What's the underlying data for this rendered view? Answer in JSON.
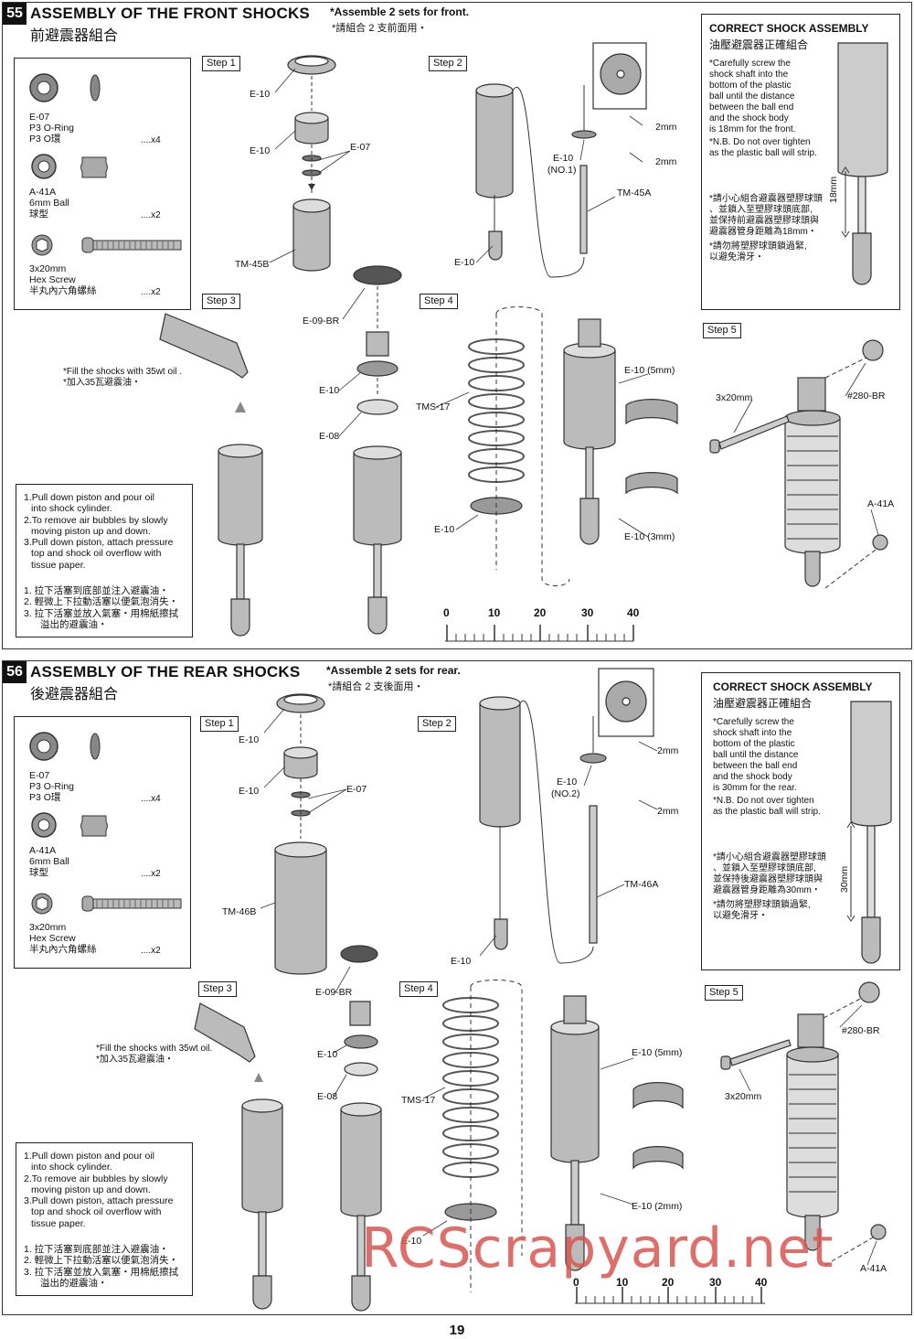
{
  "page_number": "19",
  "watermark": "RCScrapyard.net",
  "sections": [
    {
      "number": "55",
      "title": "ASSEMBLY OF THE FRONT SHOCKS",
      "subtitle_cn": "前避震器組合",
      "note_en": "*Assemble 2 sets for front.",
      "note_cn": "*請組合 2 支前面用・",
      "parts": [
        {
          "code": "E-07",
          "name": "P3 O-Ring",
          "name_cn": "P3 O環",
          "qty": "....x4"
        },
        {
          "code": "A-41A",
          "name": "6mm Ball",
          "name_cn": "球型",
          "qty": "....x2"
        },
        {
          "code": "3x20mm",
          "name": "Hex Screw",
          "name_cn": "半丸內六角螺絲",
          "qty": "....x2"
        }
      ],
      "steps": [
        "Step 1",
        "Step 2",
        "Step 3",
        "Step 4",
        "Step 5"
      ],
      "labels": {
        "e10_a": "E-10",
        "e10_b": "E-10",
        "e07": "E-07",
        "tm": "TM-45B",
        "e10_no": "E-10",
        "e10_no2": "(NO.1)",
        "mm2_a": "2mm",
        "mm2_b": "2mm",
        "tm_shaft": "TM-45A",
        "e10_end": "E-10",
        "e09": "E-09-BR",
        "e10_s3": "E-10",
        "e08": "E-08",
        "fill_en": "*Fill the shocks with 35wt oil .",
        "fill_cn": "*加入35瓦避震油・",
        "tms": "TMS-17",
        "e10_s4": "E-10",
        "e10_5": "E-10 (5mm)",
        "e10_3": "E-10 (3mm)",
        "screw": "3x20mm",
        "ball_br": "#280-BR",
        "a41": "A-41A"
      },
      "instructions_en": [
        "1.Pull down piston and pour oil",
        "  into shock cylinder.",
        "2.To remove air bubbles by slowly",
        "  moving piston up and down.",
        "3.Pull down piston, attach pressure",
        "  top and shock oil overflow with",
        "  tissue paper."
      ],
      "instructions_cn": [
        "1. 拉下活塞到底部並注入避震油・",
        "2. 輕微上下拉動活塞以便氣泡消失・",
        "3. 拉下活塞並放入氣塞・用棉紙擦拭",
        "    溢出的避震油・"
      ],
      "correct": {
        "title": "CORRECT SHOCK ASSEMBLY",
        "title_cn": "油壓避震器正確組合",
        "text_en": [
          "*Carefully screw the",
          "shock shaft into the",
          "bottom of the plastic",
          "ball until the distance",
          "between the ball end",
          "and the shock body",
          "is 18mm for the front."
        ],
        "nb_en": [
          "*N.B. Do not over tighten",
          "as the plastic ball will strip."
        ],
        "text_cn": [
          "*請小心組合避震器塑膠球頭",
          "、並鎖入至塑膠球頭底部,",
          "並保持前避震器塑膠球頭與",
          "避震器管身距離為18mm・"
        ],
        "nb_cn": [
          "*請勿將塑膠球頭鎖過緊,",
          "以避免滑牙・"
        ],
        "dimension": "18mm"
      },
      "ruler": [
        "0",
        "10",
        "20",
        "30",
        "40"
      ]
    },
    {
      "number": "56",
      "title": "ASSEMBLY OF THE REAR SHOCKS",
      "subtitle_cn": "後避震器組合",
      "note_en": "*Assemble 2 sets for rear.",
      "note_cn": "*請組合 2 支後面用・",
      "parts": [
        {
          "code": "E-07",
          "name": "P3 O-Ring",
          "name_cn": "P3 O環",
          "qty": "....x4"
        },
        {
          "code": "A-41A",
          "name": "6mm Ball",
          "name_cn": "球型",
          "qty": "....x2"
        },
        {
          "code": "3x20mm",
          "name": "Hex Screw",
          "name_cn": "半丸內六角螺絲",
          "qty": "....x2"
        }
      ],
      "steps": [
        "Step 1",
        "Step 2",
        "Step 3",
        "Step 4",
        "Step 5"
      ],
      "labels": {
        "e10_a": "E-10",
        "e10_b": "E-10",
        "e07": "E-07",
        "tm": "TM-46B",
        "e10_no": "E-10",
        "e10_no2": "(NO.2)",
        "mm2_a": "2mm",
        "mm2_b": "2mm",
        "tm_shaft": "TM-46A",
        "e10_end": "E-10",
        "e09": "E-09-BR",
        "e10_s3": "E-10",
        "e08": "E-08",
        "fill_en": "*Fill the shocks with 35wt oil.",
        "fill_cn": "*加入35瓦避震油・",
        "tms": "TMS-17",
        "e10_s4": "E-10",
        "e10_5": "E-10 (5mm)",
        "e10_3": "E-10 (2mm)",
        "screw": "3x20mm",
        "ball_br": "#280-BR",
        "a41": "A-41A"
      },
      "instructions_en": [
        "1.Pull down piston and pour oil",
        "  into shock cylinder.",
        "2.To remove air bubbles by slowly",
        "  moving piston up and down.",
        "3.Pull down piston, attach pressure",
        "  top and shock oil overflow with",
        "  tissue paper."
      ],
      "instructions_cn": [
        "1. 拉下活塞到底部並注入避震油・",
        "2. 輕微上下拉動活塞以便氣泡消失・",
        "3. 拉下活塞並放入氣塞・用棉紙擦拭",
        "    溢出的避震油・"
      ],
      "correct": {
        "title": "CORRECT SHOCK ASSEMBLY",
        "title_cn": "油壓避震器正確組合",
        "text_en": [
          "*Carefully screw the",
          "shock shaft into the",
          "bottom of the plastic",
          "ball until the distance",
          "between the ball end",
          "and the shock body",
          "is 30mm for the rear."
        ],
        "nb_en": [
          "*N.B. Do not over tighten",
          "as the plastic ball will strip."
        ],
        "text_cn": [
          "*請小心組合避震器塑膠球頭",
          "、並鎖入至塑膠球頭底部,",
          "並保持後避震器塑膠球頭與",
          "避震器管身距離為30mm・"
        ],
        "nb_cn": [
          "*請勿將塑膠球頭鎖過緊,",
          "以避免滑牙・"
        ],
        "dimension": "30mm"
      },
      "ruler": [
        "0",
        "10",
        "20",
        "30",
        "40"
      ]
    }
  ]
}
